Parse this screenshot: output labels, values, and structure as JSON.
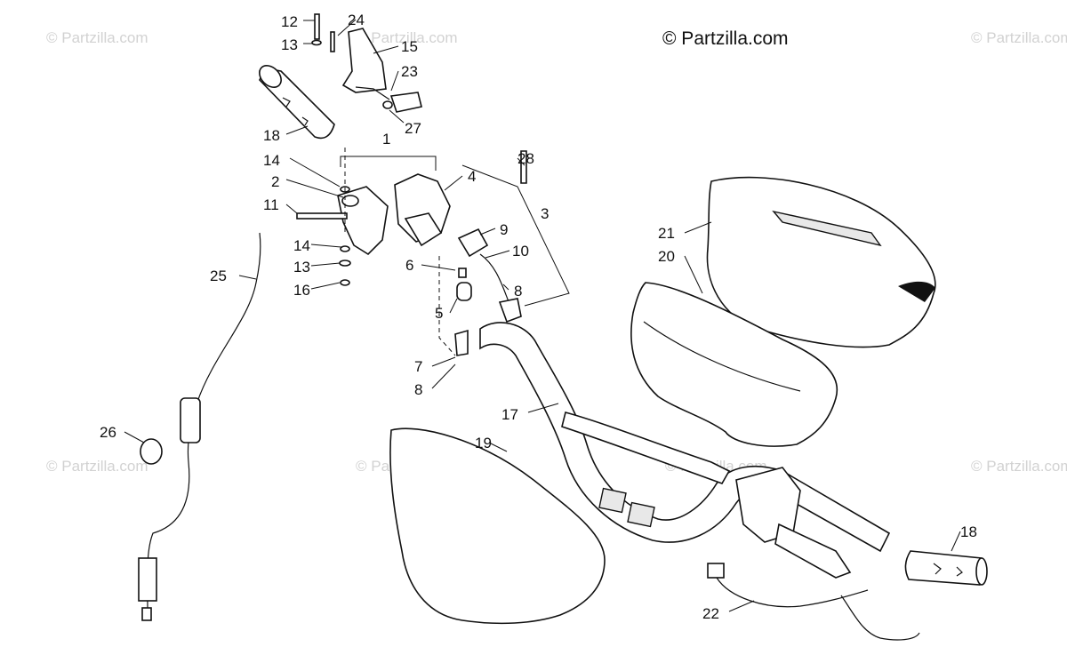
{
  "watermark": {
    "main": "© Partzilla.com",
    "faint": "© Partzilla.com"
  },
  "callouts": {
    "c1": "1",
    "c2": "2",
    "c3": "3",
    "c4": "4",
    "c5": "5",
    "c6": "6",
    "c7": "7",
    "c8a": "8",
    "c8b": "8",
    "c9": "9",
    "c10": "10",
    "c11": "11",
    "c12": "12",
    "c13a": "13",
    "c13b": "13",
    "c14a": "14",
    "c14b": "14",
    "c15": "15",
    "c16": "16",
    "c17": "17",
    "c18a": "18",
    "c18b": "18",
    "c19": "19",
    "c20": "20",
    "c21": "21",
    "c22": "22",
    "c23": "23",
    "c24": "24",
    "c25": "25",
    "c26": "26",
    "c27": "27",
    "c28": "28"
  }
}
